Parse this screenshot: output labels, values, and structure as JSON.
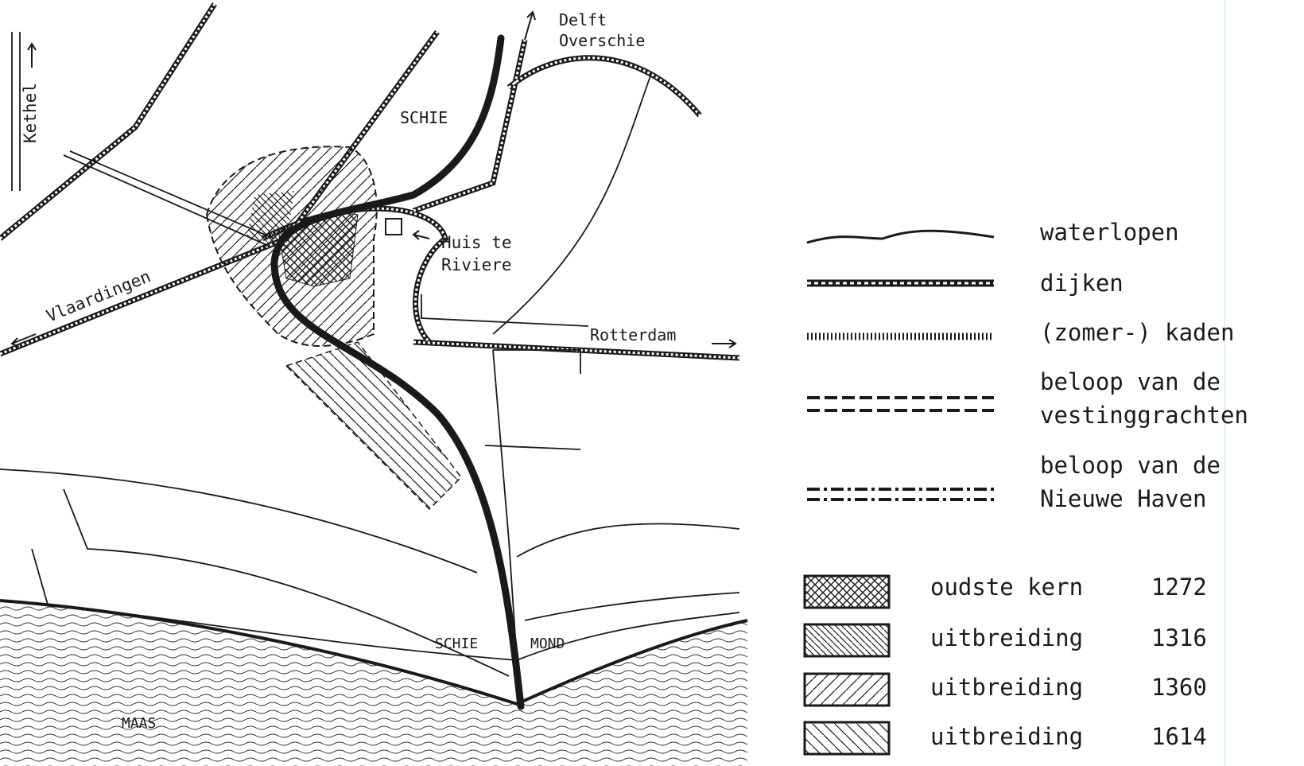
{
  "map": {
    "labels": {
      "kethel": "Kethel",
      "delft": "Delft",
      "overschie": "Overschie",
      "schie": "SCHIE",
      "huis_te_1": "Huis te",
      "huis_te_2": "Riviere",
      "vlaardingen": "Vlaardingen",
      "rotterdam": "Rotterdam",
      "schie_mond_1": "SCHIE",
      "schie_mond_2": "MOND",
      "maas": "MAAS"
    },
    "colors": {
      "ink": "#1a1a1a",
      "paper": "#ffffff"
    }
  },
  "legend": {
    "lines": [
      {
        "label": "waterlopen",
        "symbol": "wavy-line"
      },
      {
        "label": "dijken",
        "symbol": "dike-line"
      },
      {
        "label": "(zomer-) kaden",
        "symbol": "tick-line"
      },
      {
        "label_1": "beloop van de",
        "label_2": "vestinggrachten",
        "symbol": "double-dashed-line"
      },
      {
        "label_1": "beloop van de",
        "label_2": "Nieuwe Haven",
        "symbol": "dash-dot-double-line"
      }
    ],
    "areas": [
      {
        "label": "oudste kern",
        "year": "1272",
        "pattern": "crosshatch"
      },
      {
        "label": "uitbreiding",
        "year": "1316",
        "pattern": "hatch-backslash-dense"
      },
      {
        "label": "uitbreiding",
        "year": "1360",
        "pattern": "hatch-slash"
      },
      {
        "label": "uitbreiding",
        "year": "1614",
        "pattern": "hatch-backslash"
      }
    ]
  }
}
